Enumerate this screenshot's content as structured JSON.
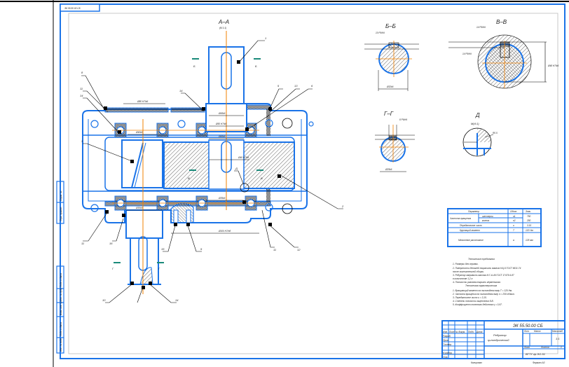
{
  "sheet": {
    "stamp_code": "ЭК 55.50.00 СБ",
    "line_color": "#1a73e8",
    "axis_color": "#f08000",
    "marker_color": "#1a8a7a"
  },
  "main_view": {
    "section_title": "А–А",
    "section_scale": "(М 1:1)",
    "callouts": [
      "1",
      "2",
      "3",
      "4",
      "5",
      "6",
      "7",
      "8",
      "9",
      "10",
      "11",
      "12",
      "13",
      "14",
      "15",
      "16"
    ],
    "dims": [
      "Ø80 H7/k6",
      "Ø40k6",
      "Ø45k6",
      "Ø50 H7/k6",
      "Ø40 H7/k6",
      "Ø35k6",
      "Ø30k6",
      "Ø100 H7/h8"
    ],
    "section_markers": [
      "Б",
      "Б",
      "В",
      "В",
      "Г",
      "Г"
    ],
    "detail_mark": "Д"
  },
  "sections": {
    "b_b": {
      "title": "Б–Б",
      "dim_bottom": "Ø32k6",
      "dim_key": "10 P9/h9"
    },
    "v_v": {
      "title": "В–В",
      "dim_right": "Ø48 H7/k6",
      "dim_key_top": "14 P9/h9",
      "dim_key_mid": "14 P9/h9"
    },
    "g_g": {
      "title": "Г–Г",
      "dim_bottom": "Ø25k6",
      "dim_key": "8 P9/h9"
    },
    "d": {
      "title": "Д",
      "scale": "М(4:1)",
      "dim": "R0.5"
    }
  },
  "spec_table": {
    "headers": [
      "Параметр",
      "Обозн.",
      "Знач."
    ],
    "rows": [
      [
        "Частота вращения",
        "шестерни",
        "n1",
        "750"
      ],
      [
        "",
        "колеса",
        "n2",
        "250"
      ],
      [
        "Передаточное число",
        "",
        "u",
        "3.15"
      ],
      [
        "Крутящий момент",
        "",
        "T",
        "120 Нм"
      ],
      [
        "Межосевое расстояние",
        "",
        "a",
        "125 мм"
      ]
    ]
  },
  "notes": {
    "title": "Технические требования",
    "lines": [
      "1. Размеры для справок.",
      "2. Поверхности деталей покрасить эмалью НЦ-5 ГОСТ 6631-74",
      "   после окончательной сборки.",
      "3. Редуктор заправить маслом И-Г-А-46 ГОСТ 17479.4-87",
      "   в количестве 1,2 л.",
      "4. Плоскость разъема покрыть герметиком.",
      "Техническая характеристика",
      "1. Вращающий момент на тихоходном валу Т = 120 Нм.",
      "2. Частота вращения на тихоходном валу n = 250 об/мин.",
      "3. Передаточное число u = 3,15.",
      "4. Степень точности зацепления 8-В.",
      "5. Коэффициент полезного действия η = 0,97."
    ]
  },
  "title_block": {
    "doc_code": "ЭК 55.50.00 СБ",
    "name_line1": "Редуктор",
    "name_line2": "цилиндрический",
    "lit_label": "Лит.",
    "mass_label": "Масса",
    "scale_label": "Масштаб",
    "scale_value": "1:1",
    "sheet_label": "Лист",
    "sheets_label": "Листов",
    "sheets_value": "1",
    "org": "ВГТУ гр.ЭО-51",
    "copied": "Копировал",
    "format": "Формат А3",
    "roles": [
      "Изм.",
      "Лист",
      "№ докум.",
      "Подп.",
      "Дата",
      "Разраб.",
      "Пров.",
      "Т.контр.",
      "Н.контр.",
      "Утв."
    ]
  },
  "side_strip": {
    "labels": [
      "Перв. примен.",
      "Справ. №",
      "Подп. и дата",
      "Инв. № дубл.",
      "Взам. инв. №",
      "Подп. и дата",
      "Инв. № подл."
    ]
  }
}
